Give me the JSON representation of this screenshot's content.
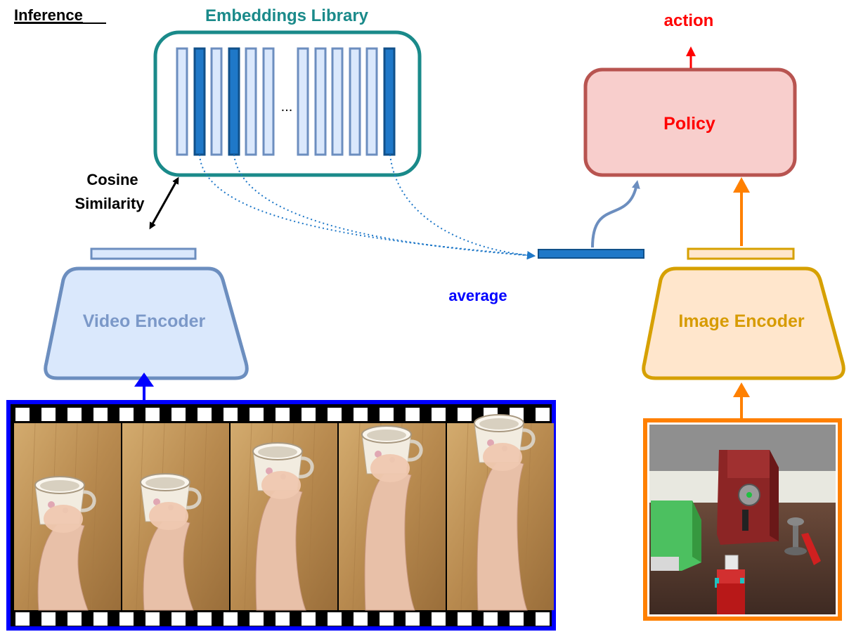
{
  "title": "Inference",
  "library": {
    "label": "Embeddings Library",
    "ellipsis": "..."
  },
  "similarity": {
    "line1": "Cosine",
    "line2": "Similarity"
  },
  "video_encoder": {
    "label": "Video Encoder"
  },
  "average": {
    "label": "average"
  },
  "policy": {
    "label": "Policy"
  },
  "action": {
    "label": "action"
  },
  "image_encoder": {
    "label": "Image Encoder"
  },
  "colors": {
    "library_border": "#1a8a8a",
    "embedding_light": "#dae8fc",
    "embedding_stroke": "#6c8ebf",
    "embedding_selected": "#1f78c8",
    "video_blue": "#0000ff",
    "video_encoder_fill": "#dae8fc",
    "video_encoder_text": "#7b98c8",
    "policy_fill": "#f8cecc",
    "policy_stroke": "#b85450",
    "action_red": "#ff0000",
    "image_encoder_fill": "#ffe6cc",
    "image_encoder_stroke": "#d6a000",
    "image_encoder_text": "#d79b00",
    "orange": "#ff8000",
    "average_blue": "#0000ff"
  },
  "video_frames_count": 5,
  "library_bars": [
    {
      "selected": false
    },
    {
      "selected": true
    },
    {
      "selected": false
    },
    {
      "selected": true
    },
    {
      "selected": false
    },
    {
      "selected": false
    },
    {
      "selected": false
    },
    {
      "selected": false
    },
    {
      "selected": false
    },
    {
      "selected": false
    },
    {
      "selected": false
    },
    {
      "selected": false
    },
    {
      "selected": true
    }
  ]
}
